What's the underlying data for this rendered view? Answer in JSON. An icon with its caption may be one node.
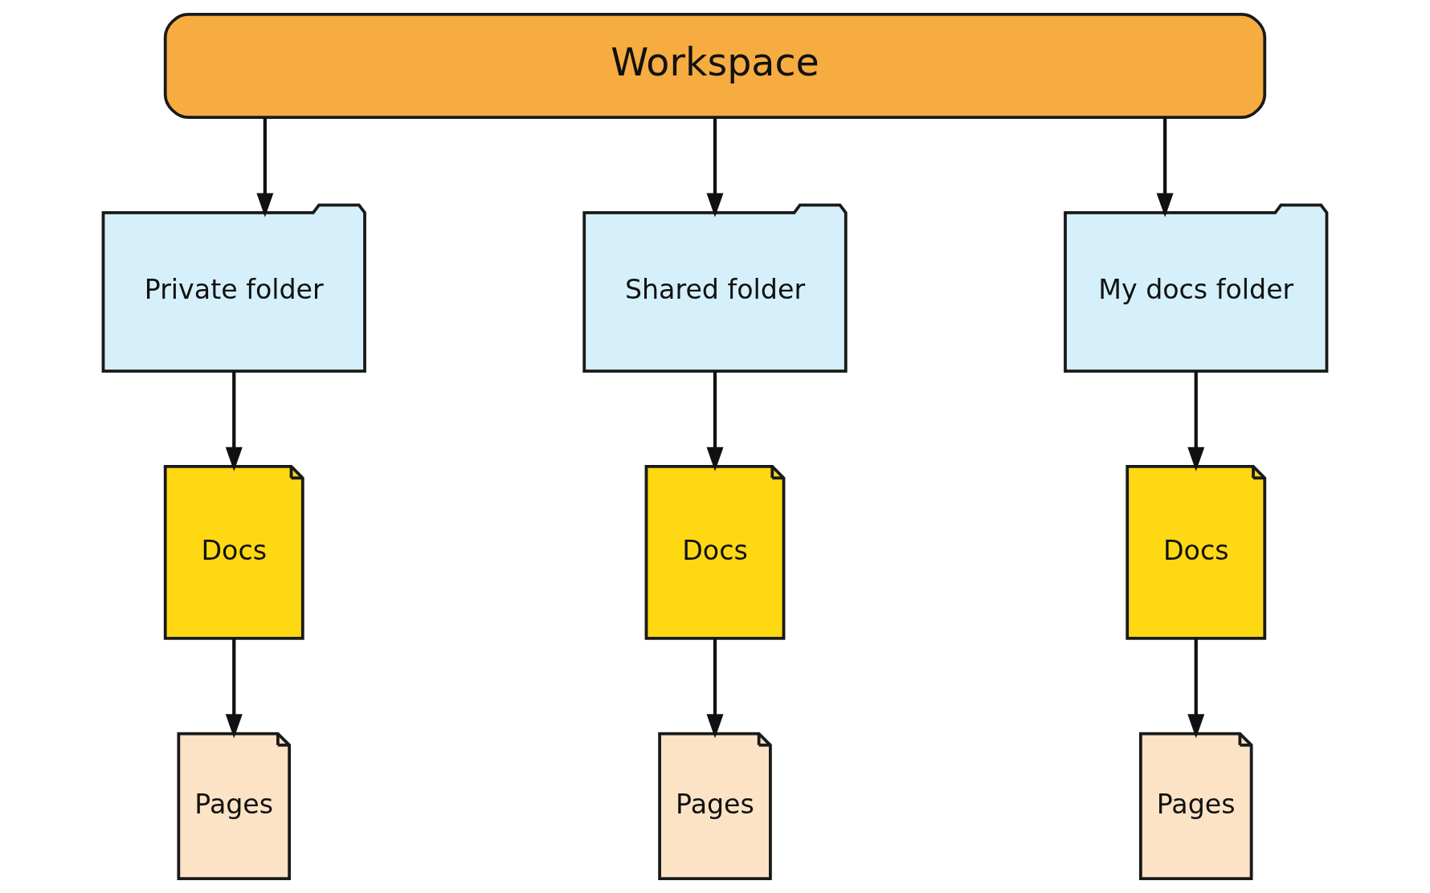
{
  "diagram": {
    "nodes": [
      {
        "text": [
          "Workspace"
        ]
      },
      {
        "text": [
          "Private folder"
        ]
      },
      {
        "text": [
          "Shared folder"
        ]
      },
      {
        "text": [
          "My docs folder"
        ]
      },
      {
        "text": [
          "Docs"
        ]
      },
      {
        "text": [
          "Docs"
        ]
      },
      {
        "text": [
          "Docs"
        ]
      },
      {
        "text": [
          "Pages"
        ]
      },
      {
        "text": [
          "Pages"
        ]
      },
      {
        "text": [
          "Pages"
        ]
      }
    ],
    "edges": [
      {
        "from": 0,
        "to": 1,
        "arrow": "to"
      },
      {
        "from": 0,
        "to": 2,
        "arrow": "to"
      },
      {
        "from": 0,
        "to": 3,
        "arrow": "to"
      },
      {
        "from": 1,
        "to": 4,
        "arrow": "to"
      },
      {
        "from": 2,
        "to": 5,
        "arrow": "to"
      },
      {
        "from": 3,
        "to": 6,
        "arrow": "to"
      },
      {
        "from": 4,
        "to": 7,
        "arrow": "to"
      },
      {
        "from": 5,
        "to": 8,
        "arrow": "to"
      },
      {
        "from": 6,
        "to": 9,
        "arrow": "to"
      }
    ]
  }
}
